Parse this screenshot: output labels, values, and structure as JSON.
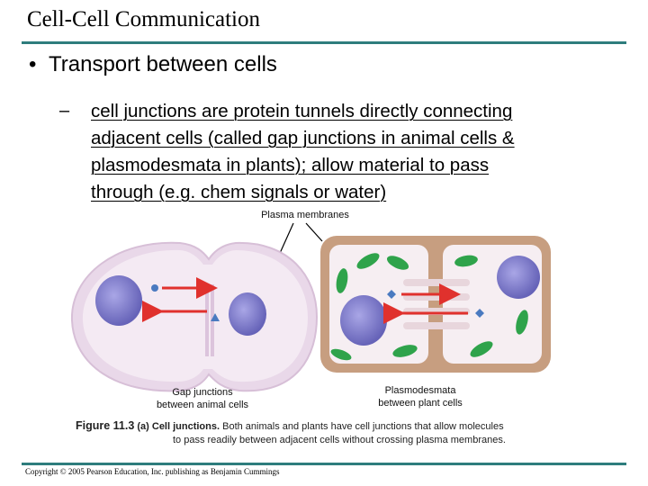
{
  "slide": {
    "title": "Cell-Cell Communication",
    "bullet_marker": "•",
    "bullet": "Transport between cells",
    "sub_marker": "–",
    "sub_lines": [
      "cell junctions are protein tunnels directly connecting",
      "adjacent cells (called gap junctions in animal cells &",
      "plasmodesmata in plants); allow material to pass",
      "through (e.g. chem signals or water)"
    ]
  },
  "figure": {
    "label_plasma": "Plasma membranes",
    "label_gap_1": "Gap junctions",
    "label_gap_2": "between animal cells",
    "label_plasmo_1": "Plasmodesmata",
    "label_plasmo_2": "between plant cells",
    "colors": {
      "animal_membrane": "#e9d8e9",
      "animal_cytoplasm": "#f4eaf3",
      "nucleus": "#7b78c8",
      "arrow": "#e0312d",
      "plant_wall": "#c79e80",
      "plant_cytoplasm": "#f6eef2",
      "chloroplast": "#2fa34b",
      "molecule": "#4a7ac0"
    }
  },
  "caption": {
    "figure_label": "Figure 11.3",
    "sub_label": "(a) Cell junctions.",
    "line1": "Both animals and plants have cell junctions that allow molecules",
    "line2": "to pass readily between adjacent cells without crossing plasma membranes."
  },
  "footer": {
    "copyright": "Copyright © 2005 Pearson Education, Inc. publishing as Benjamin Cummings"
  }
}
